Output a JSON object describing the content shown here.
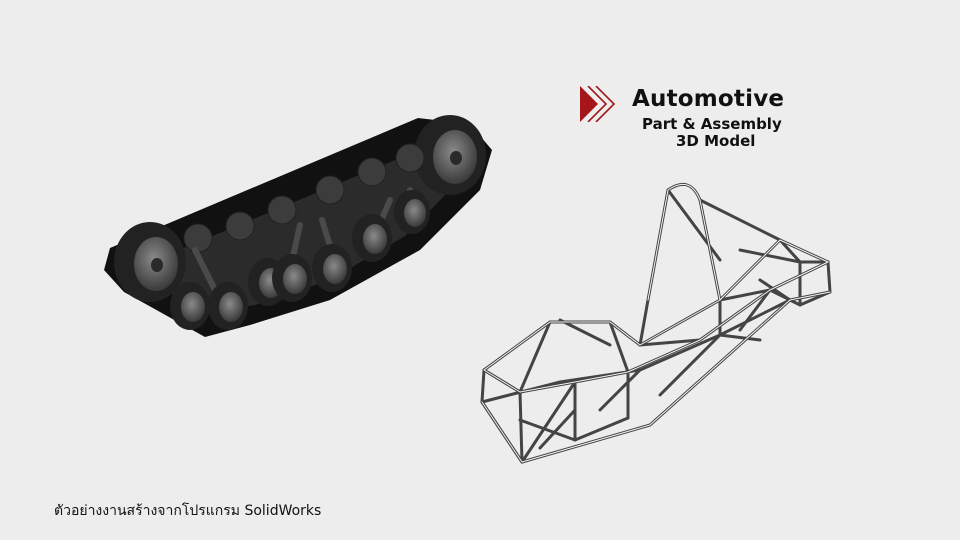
{
  "heading": {
    "title": "Automotive",
    "subtitle_line1": "Part & Assembly",
    "subtitle_line2": "3D Model",
    "arrow_icon": "fast-forward-icon"
  },
  "caption": "ตัวอย่างงานสร้างจากโปรแกรม SolidWorks",
  "colors": {
    "background": "#ededed",
    "accent": "#a4161a",
    "model_dark": "#1a1a1a",
    "model_mid": "#5a5a5a",
    "frame_stroke": "#444444"
  }
}
